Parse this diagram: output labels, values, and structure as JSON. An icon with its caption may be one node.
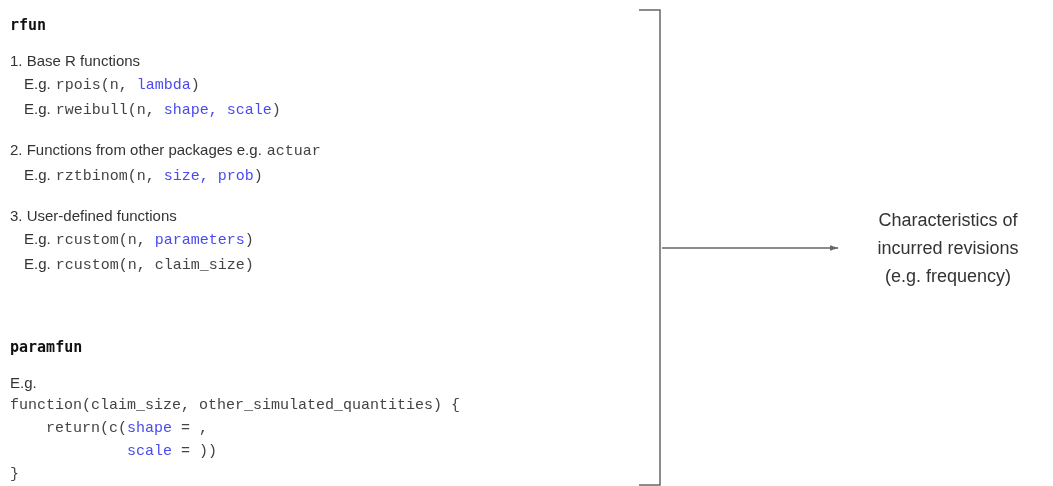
{
  "diagram": {
    "nodes": [
      {
        "text": [],
        "shape": "bracket"
      },
      {
        "text": [
          "rfun",
          "1. Base R functions",
          "E.g.",
          "rpois(n, *lambda*)",
          "E.g.",
          "rweibull(n, *shape, scale*)",
          "2. Functions from other packages e.g.",
          "actuar",
          "E.g.",
          "rztbinom(n, *size, prob*)",
          "3. User-defined functions",
          "E.g.",
          "rcustom(n, *parameters*)",
          "E.g.",
          "rcustom(n, claim_size)"
        ],
        "in": 0
      },
      {
        "text": [
          "paramfun",
          "E.g.",
          "function(claim_size, other_simulated_quantities) {",
          "return(c(*shape* = ,",
          "*scale* = ))",
          "}"
        ],
        "in": 0
      },
      {
        "text": [
          "Characteristics of incurred revisions (e.g. frequency)"
        ]
      }
    ],
    "edges": [
      {
        "from": 0,
        "to": 3,
        "arrow": "to"
      }
    ]
  }
}
